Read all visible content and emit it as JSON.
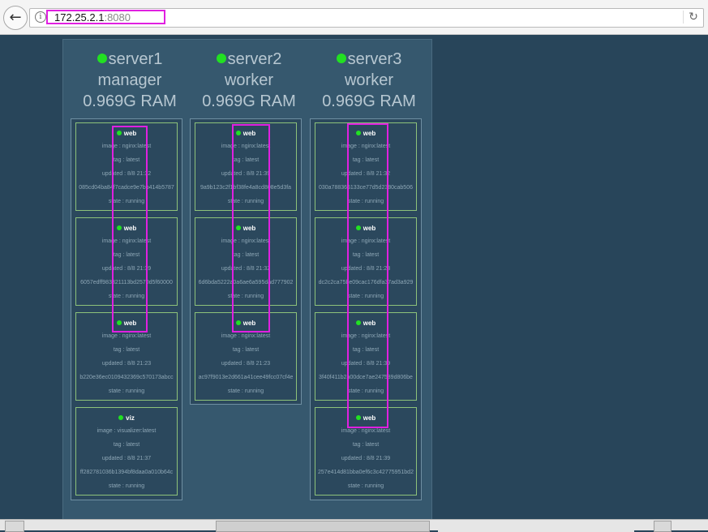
{
  "browser": {
    "url_host": "172.25.2.1",
    "url_port": ":8080",
    "back_icon": "back-arrow-icon",
    "info_icon": "info-icon",
    "reload_icon": "reload-icon"
  },
  "colors": {
    "background": "#28455a",
    "cluster_bg": "#36586e",
    "status_green": "#22e022",
    "task_border": "#8dc27a",
    "highlight": "#e020e0"
  },
  "nodes": [
    {
      "name": "server1",
      "role": "manager",
      "ram": "0.969G RAM",
      "tasks": [
        {
          "name": "web",
          "image": "image : nginx:latest",
          "tag": "tag : latest",
          "updated": "updated : 8/8 21:32",
          "id": "085cd04ba84f7cadce9e7bb414b5787",
          "state": "state : running"
        },
        {
          "name": "web",
          "image": "image : nginx:latest",
          "tag": "tag : latest",
          "updated": "updated : 8/8 21:39",
          "id": "6057edff983321113bd2570d5f60000",
          "state": "state : running"
        },
        {
          "name": "web",
          "image": "image : nginx:latest",
          "tag": "tag : latest",
          "updated": "updated : 8/8 21:23",
          "id": "b220e36ec0109432369c570173abcc",
          "state": "state : running"
        },
        {
          "name": "viz",
          "image": "image : visualizer:latest",
          "tag": "tag : latest",
          "updated": "updated : 8/8 21:37",
          "id": "ff282781036b1394bf8daa0a010b64c",
          "state": "state : running"
        }
      ]
    },
    {
      "name": "server2",
      "role": "worker",
      "ram": "0.969G RAM",
      "tasks": [
        {
          "name": "web",
          "image": "image : nginx:latest",
          "tag": "tag : latest",
          "updated": "updated : 8/8 21:39",
          "id": "9a9b123c2f1bf38fe4a8cd808e5d3fa",
          "state": "state : running"
        },
        {
          "name": "web",
          "image": "image : nginx:latest",
          "tag": "tag : latest",
          "updated": "updated : 8/8 21:32",
          "id": "6d6bda5222a0a6ae6a595dad777902",
          "state": "state : running"
        },
        {
          "name": "web",
          "image": "image : nginx:latest",
          "tag": "tag : latest",
          "updated": "updated : 8/8 21:23",
          "id": "ac97f9013e2d661a41cee49fcc07cf4e",
          "state": "state : running"
        }
      ]
    },
    {
      "name": "server3",
      "role": "worker",
      "ram": "0.969G RAM",
      "tasks": [
        {
          "name": "web",
          "image": "image : nginx:latest",
          "tag": "tag : latest",
          "updated": "updated : 8/8 21:32",
          "id": "030a788366133ce77d5d2380cab506",
          "state": "state : running"
        },
        {
          "name": "web",
          "image": "image : nginx:latest",
          "tag": "tag : latest",
          "updated": "updated : 8/8 21:23",
          "id": "dc2c2ca75be09cac176dfa37ad3a929",
          "state": "state : running"
        },
        {
          "name": "web",
          "image": "image : nginx:latest",
          "tag": "tag : latest",
          "updated": "updated : 8/8 21:39",
          "id": "3f40f411b2a00dce7ae247589d806be",
          "state": "state : running"
        },
        {
          "name": "web",
          "image": "image : nginx:latest",
          "tag": "tag : latest",
          "updated": "updated : 8/8 21:39",
          "id": "257e414d81bba0ef6c3c42775951bd2",
          "state": "state : running"
        }
      ]
    }
  ]
}
